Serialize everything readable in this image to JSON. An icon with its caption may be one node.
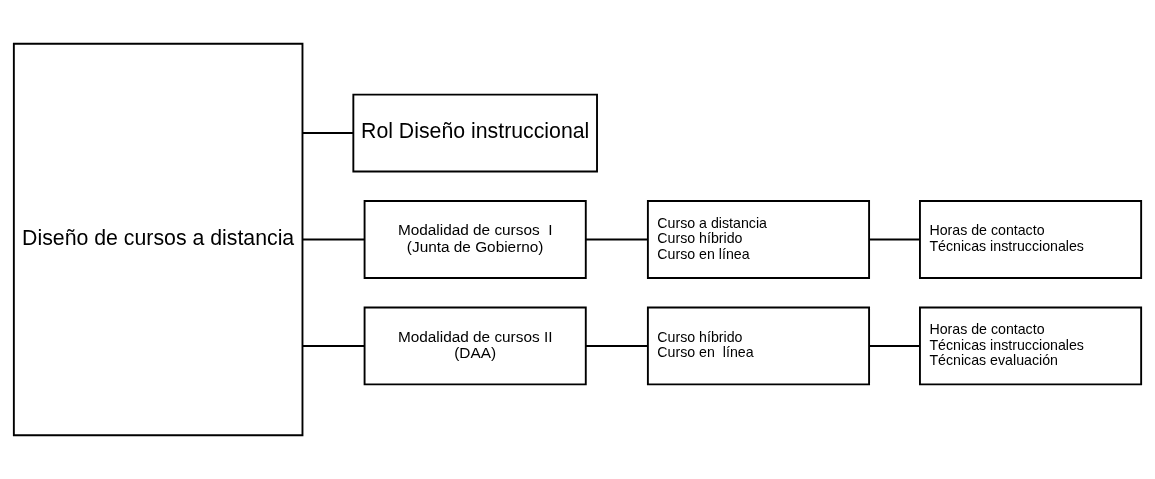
{
  "diagram": {
    "nodes": [
      {
        "text": [
          "Diseño de cursos a distancia"
        ]
      },
      {
        "text": [
          "Rol Diseño instruccional"
        ]
      },
      {
        "text": [
          "Modalidad de cursos  I",
          "(Junta de Gobierno)"
        ]
      },
      {
        "text": [
          "Modalidad de cursos II",
          "(DAA)"
        ]
      },
      {
        "text": [
          "Curso a distancia",
          "Curso híbrido",
          "Curso en línea"
        ]
      },
      {
        "text": [
          "Horas de contacto",
          "Técnicas instruccionales"
        ]
      },
      {
        "text": [
          "Curso híbrido",
          "Curso en  línea"
        ]
      },
      {
        "text": [
          "Horas de contacto",
          "Técnicas instruccionales",
          "Técnicas evaluación"
        ]
      }
    ],
    "edges": [
      {
        "from": 0,
        "to": 1,
        "arrow": "none"
      },
      {
        "from": 0,
        "to": 2,
        "arrow": "none"
      },
      {
        "from": 0,
        "to": 3,
        "arrow": "none"
      },
      {
        "from": 2,
        "to": 4,
        "arrow": "none"
      },
      {
        "from": 4,
        "to": 5,
        "arrow": "none"
      },
      {
        "from": 3,
        "to": 6,
        "arrow": "none"
      },
      {
        "from": 6,
        "to": 7,
        "arrow": "none"
      }
    ]
  }
}
